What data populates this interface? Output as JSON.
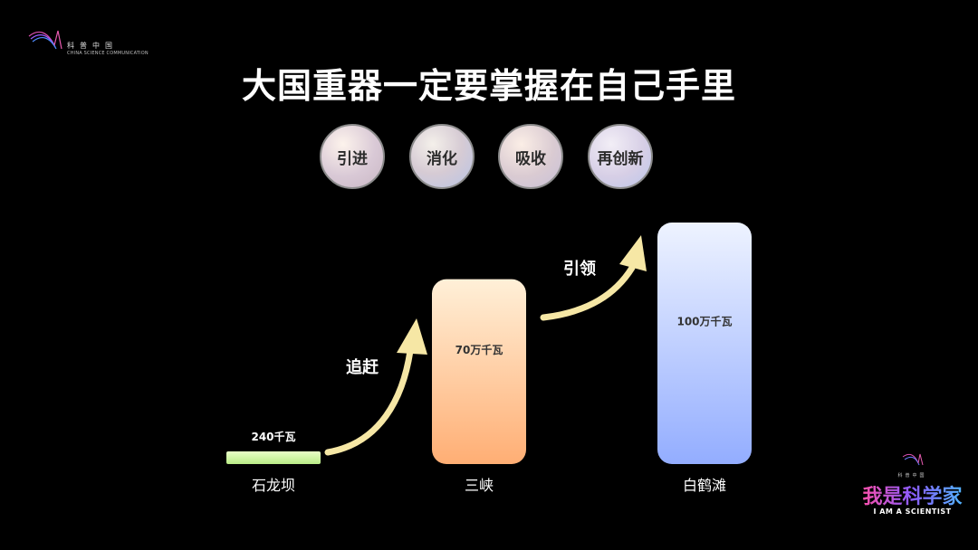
{
  "logo": {
    "cn": "科普中国",
    "en": "CHINA SCIENCE COMMUNICATION"
  },
  "title": "大国重器一定要掌握在自己手里",
  "stages": [
    "引进",
    "消化",
    "吸收",
    "再创新"
  ],
  "arrows": [
    "追赶",
    "引领"
  ],
  "chart_data": {
    "type": "bar",
    "categories": [
      "石龙坝",
      "三峡",
      "白鹤滩"
    ],
    "values": [
      240,
      700000,
      1000000
    ],
    "data_labels": [
      "240千瓦",
      "70万千瓦",
      "100万千瓦"
    ],
    "colors": [
      "#cdf3a5",
      "#ffb27a",
      "#9fb8ff"
    ]
  },
  "brand": {
    "small": "科普中国",
    "main": "我是科学家",
    "sub": "I AM A SCIENTIST"
  }
}
